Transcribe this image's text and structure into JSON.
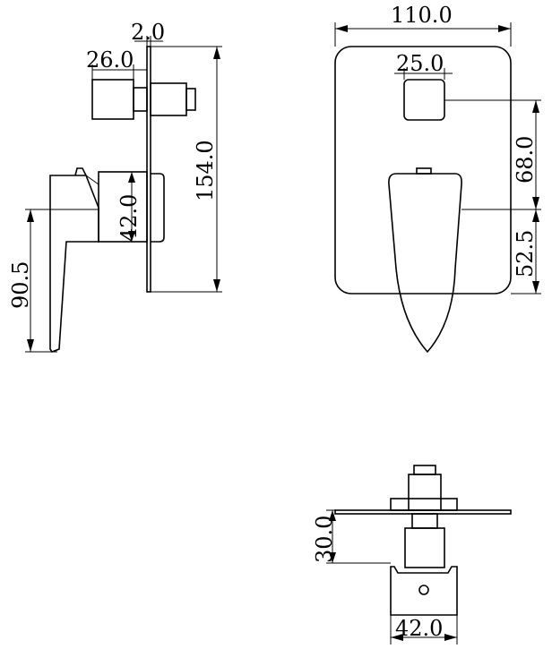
{
  "dimensions": {
    "plate_thickness": "2.0",
    "diverter_width": "26.0",
    "total_height": "154.0",
    "lever_body": "42.0",
    "lever_height": "90.5",
    "plate_width": "110.0",
    "diverter_square": "25.0",
    "upper_offset": "68.0",
    "lower_offset": "52.5",
    "projection": "30.0",
    "base_width": "42.0"
  },
  "colors": {
    "line": "#000000",
    "background": "#ffffff"
  }
}
